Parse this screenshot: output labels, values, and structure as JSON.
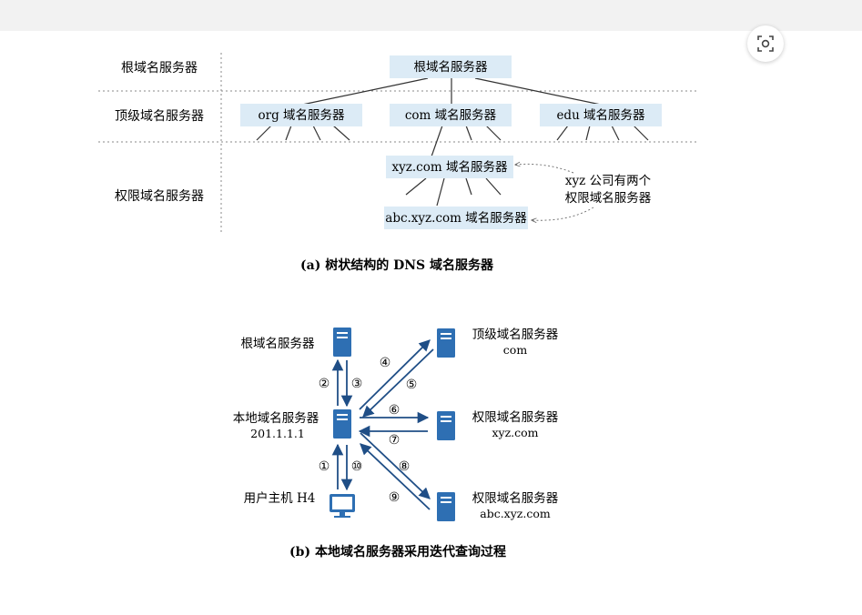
{
  "tree": {
    "row_labels": {
      "root": "根域名服务器",
      "tld": "顶级域名服务器",
      "auth": "权限域名服务器"
    },
    "nodes": {
      "root": "根域名服务器",
      "org": "org 域名服务器",
      "com": "com 域名服务器",
      "edu": "edu 域名服务器",
      "xyz": "xyz.com 域名服务器",
      "abc": "abc.xyz.com 域名服务器"
    },
    "note_line1": "xyz 公司有两个",
    "note_line2": "权限域名服务器",
    "caption": "(a) 树状结构的 DNS 域名服务器"
  },
  "iterative": {
    "root_label": "根域名服务器",
    "tld_label": "顶级域名服务器",
    "tld_sub": "com",
    "local_label": "本地域名服务器",
    "local_ip": "201.1.1.1",
    "auth1_label": "权限域名服务器",
    "auth1_sub": "xyz.com",
    "auth2_label": "权限域名服务器",
    "auth2_sub": "abc.xyz.com",
    "host_label": "用户主机 H4",
    "steps": [
      "①",
      "②",
      "③",
      "④",
      "⑤",
      "⑥",
      "⑦",
      "⑧",
      "⑨",
      "⑩"
    ],
    "caption": "(b) 本地域名服务器采用迭代查询过程"
  },
  "colors": {
    "box": "#dcebf6",
    "server": "#2e6fb3",
    "arrow": "#1f4e86",
    "dotted": "#777777"
  }
}
